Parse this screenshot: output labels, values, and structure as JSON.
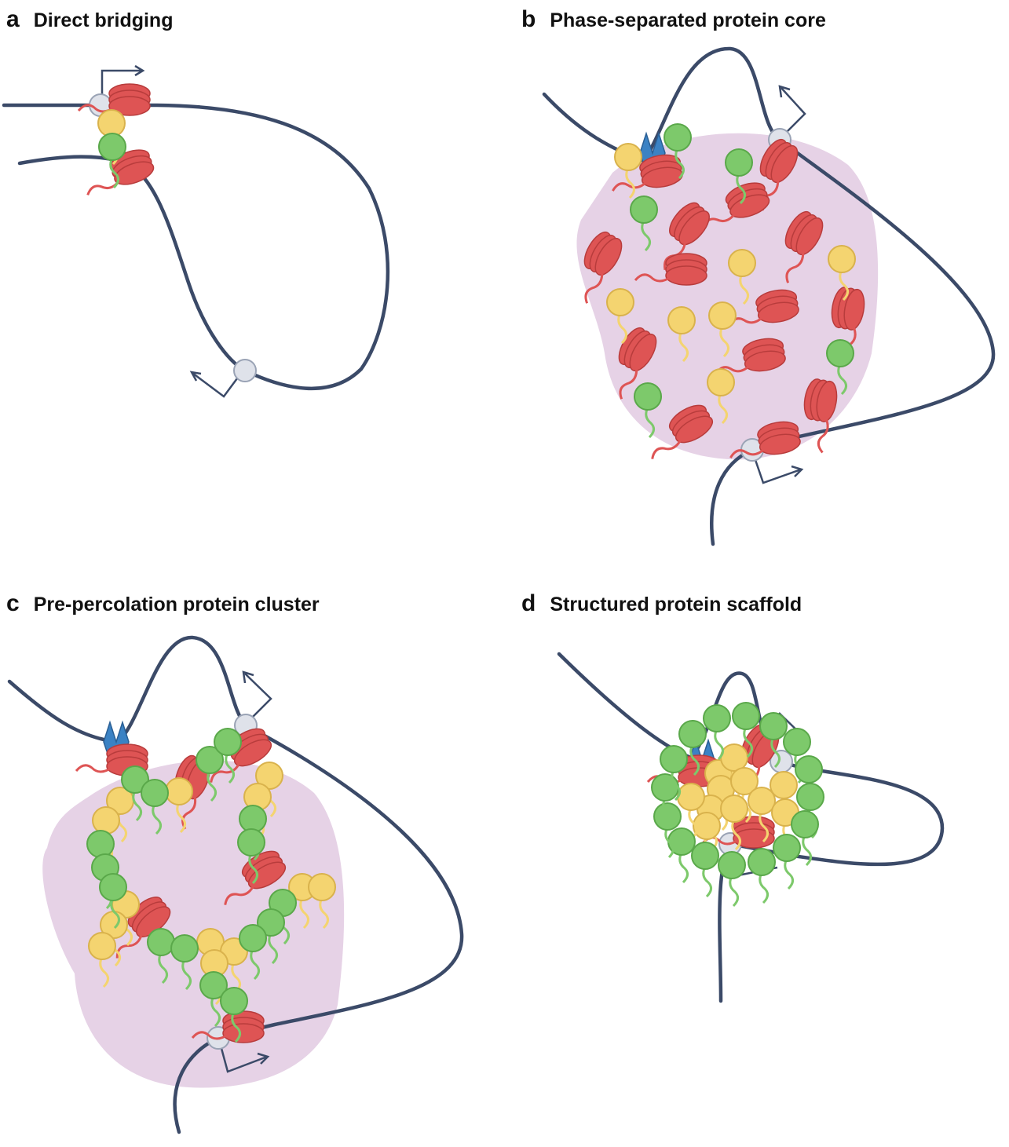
{
  "panels": [
    {
      "letter": "a",
      "title": "Direct bridging"
    },
    {
      "letter": "b",
      "title": "Phase-separated protein core"
    },
    {
      "letter": "c",
      "title": "Pre-percolation protein cluster"
    },
    {
      "letter": "d",
      "title": "Structured protein scaffold"
    }
  ],
  "colors": {
    "dna": "#3b4a68",
    "nucleosome": "#de5454",
    "yellow_protein": "#f4d470",
    "green_protein": "#7dc96b",
    "blue_factor": "#3b82c4",
    "condensate": "#e6d2e6",
    "promoter": "#dfe2ea"
  }
}
